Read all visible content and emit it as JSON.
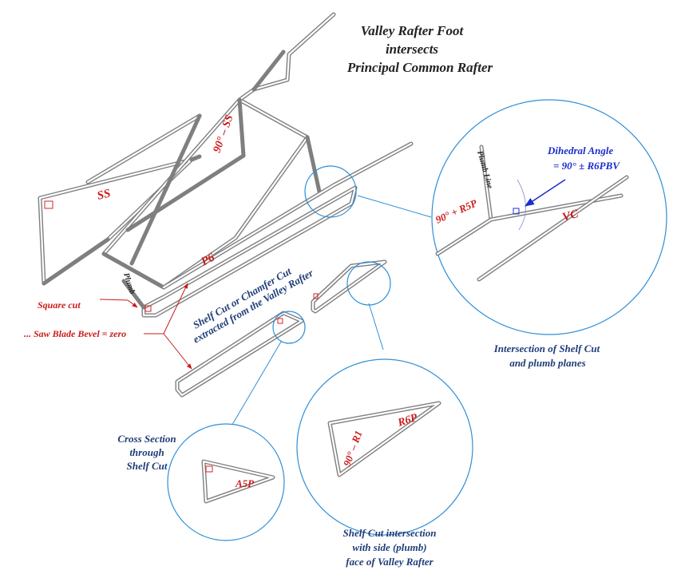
{
  "title": {
    "line1": "Valley Rafter Foot",
    "line2": "intersects",
    "line3": "Principal Common Rafter"
  },
  "labels": {
    "ss": "SS",
    "ninety_ss": "90° – SS",
    "p6": "P6",
    "plumb": "Plumb",
    "square_cut": "Square cut",
    "saw_blade": "... Saw Blade Bevel = zero",
    "shelf_cut_1": "Shelf Cut or Chamfer Cut",
    "shelf_cut_2": "extracted from the Valley Rafter",
    "plumb_line": "Plumb Line",
    "ninety_r5p": "90° + R5P",
    "vc": "VC",
    "dihedral_1": "Dihedral Angle",
    "dihedral_2": "= 90° ± R6PBV",
    "intersection_1": "Intersection of Shelf Cut",
    "intersection_2": "and plumb planes",
    "cross_1": "Cross Section",
    "cross_2": "through",
    "cross_3": "Shelf Cut",
    "a5p": "A5P",
    "r6p": "R6P",
    "ninety_r1": "90° – R1",
    "shelf_int_1": "Shelf Cut intersection",
    "shelf_int_2": "with side (plumb)",
    "shelf_int_3": "face of Valley Rafter"
  },
  "colors": {
    "beam": "#7f7f7f",
    "callout_circle": "#2f8fd8",
    "red_text": "#cc1a1a",
    "navy_text": "#1f3d78",
    "blue_text": "#1a2ecc"
  }
}
